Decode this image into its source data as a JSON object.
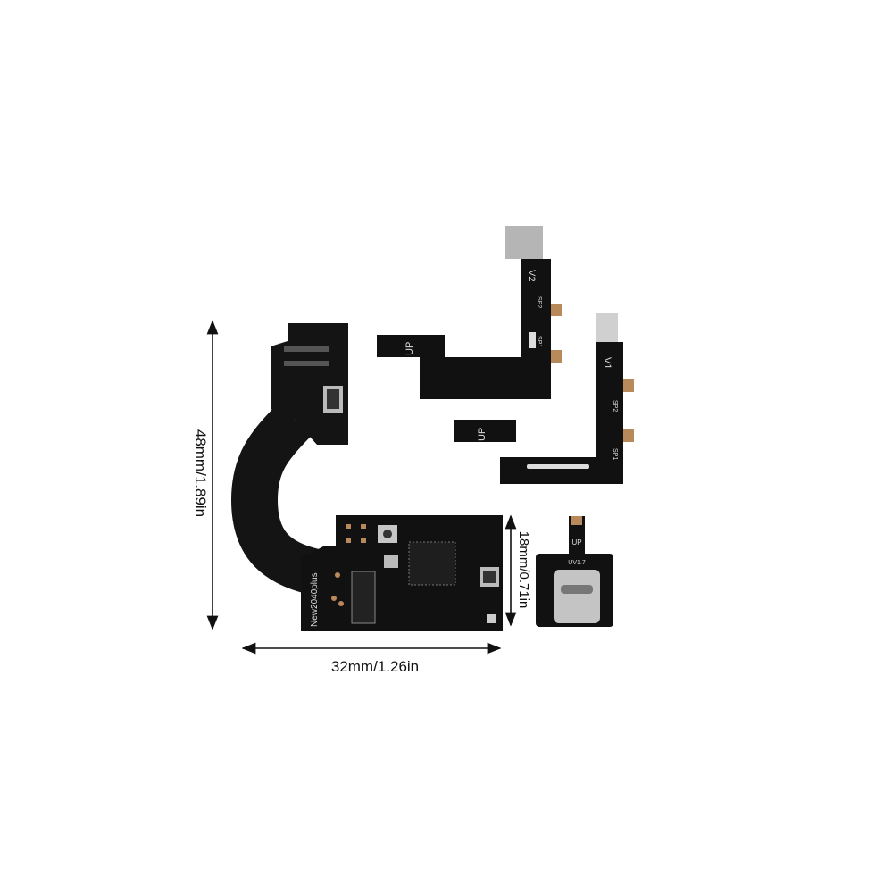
{
  "dimensions": {
    "height_label": "48mm/1.89in",
    "width_label": "32mm/1.26in",
    "board_height_label": "18mm/0.71in"
  },
  "boards": {
    "main_board_label": "New2040plus",
    "v2_flex": {
      "version": "V2",
      "up": "UP",
      "sp1": "SP1",
      "sp2": "SP2"
    },
    "v1_flex": {
      "version": "V1",
      "up": "UP",
      "sp1": "SP1",
      "sp2": "SP2"
    },
    "usb_board": {
      "up": "UP",
      "version": "UV1.7"
    }
  },
  "colors": {
    "pcb": "#111111",
    "gold_pad": "#b8895a",
    "silver": "#c8c8c8",
    "background": "#ffffff"
  }
}
